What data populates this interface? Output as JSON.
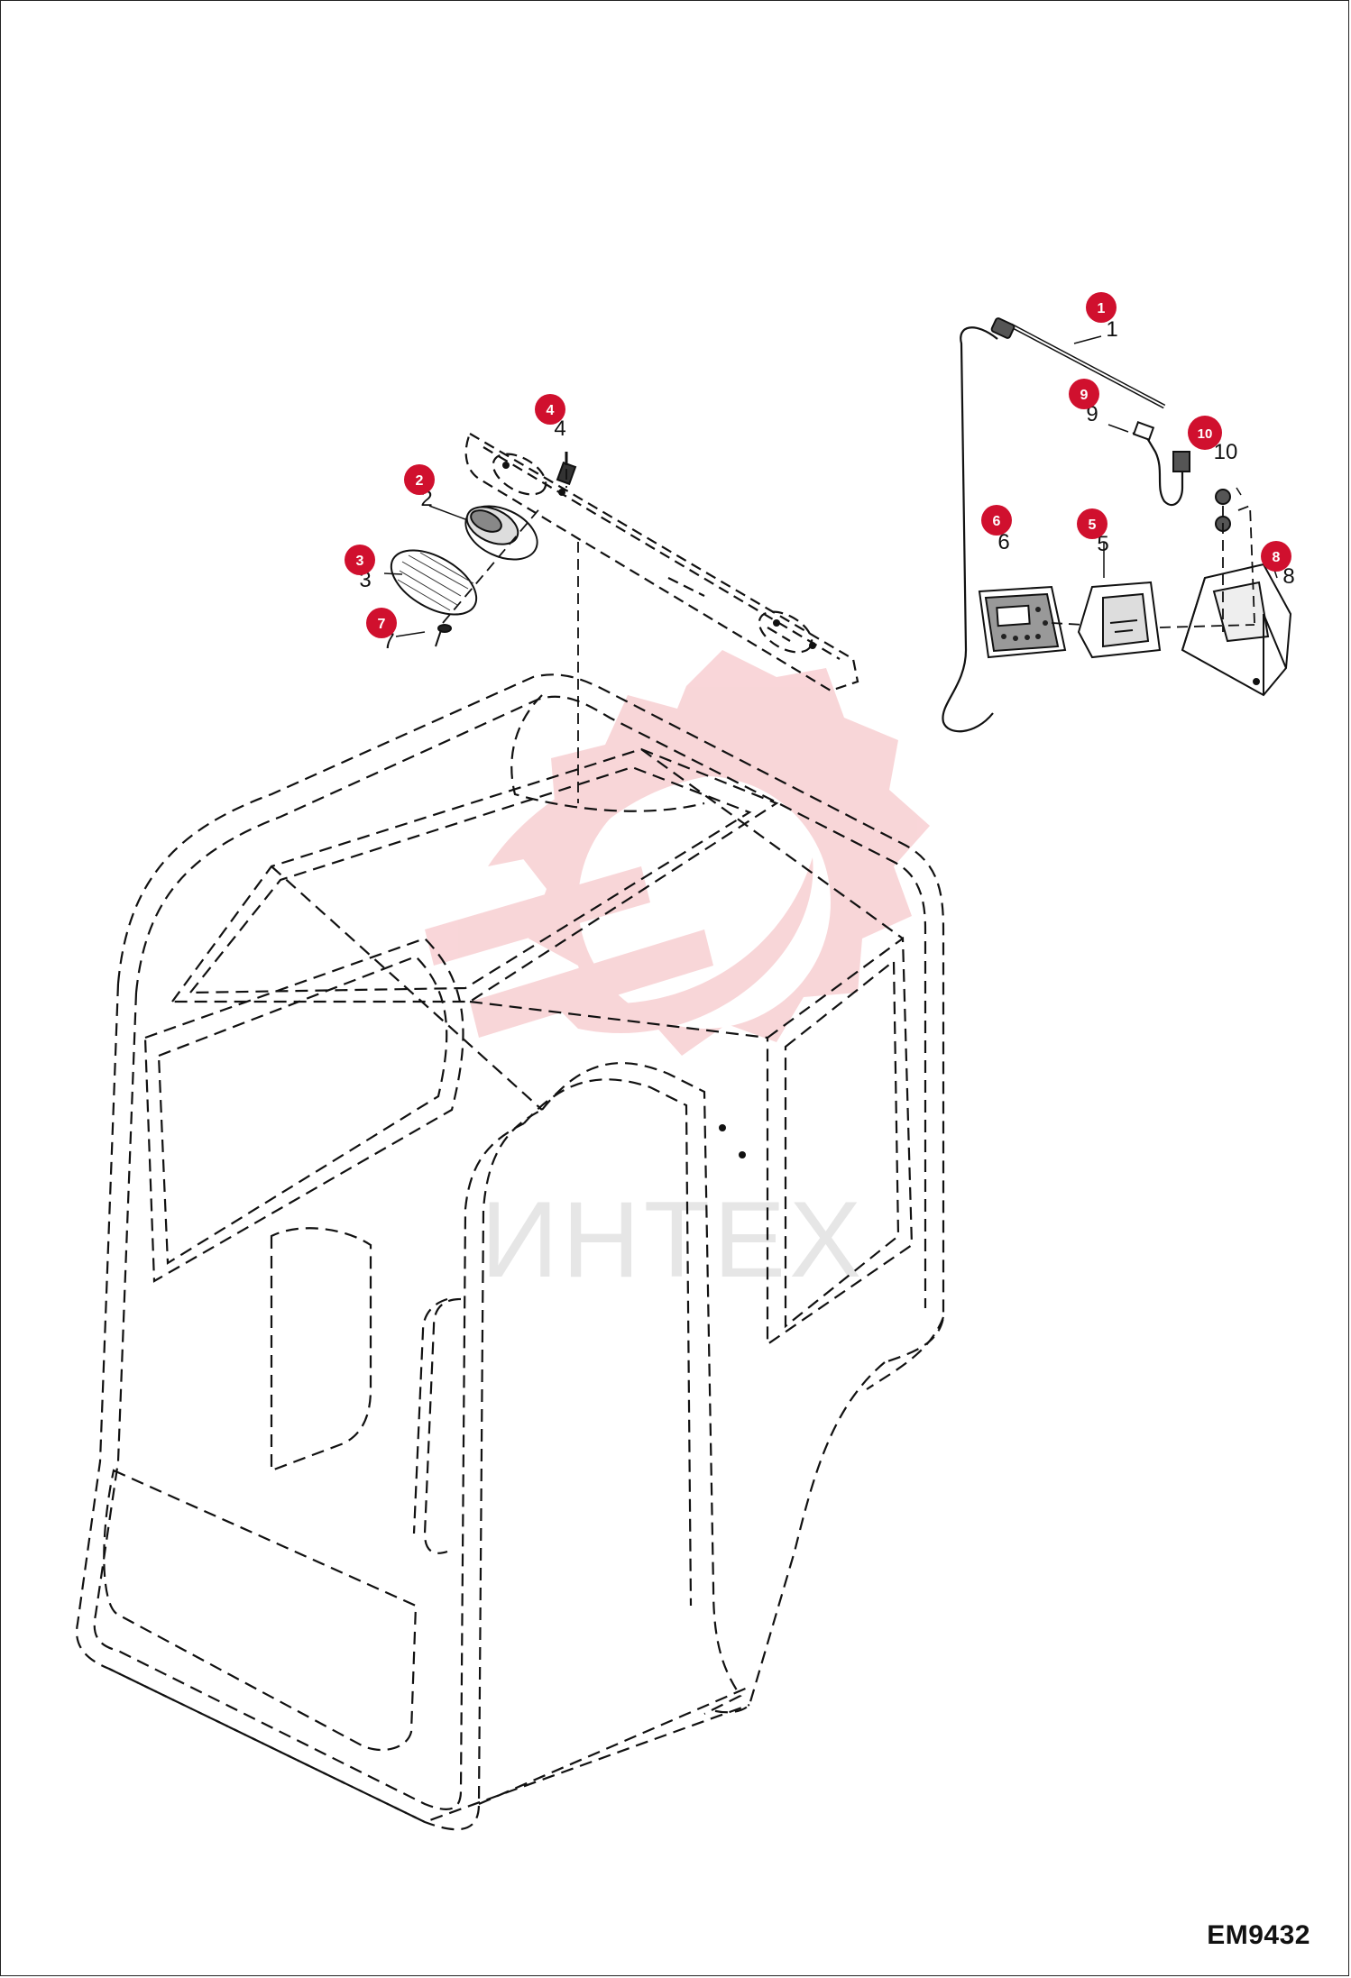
{
  "drawing": {
    "code": "EM9432",
    "watermark_text": "ИНТЕХ",
    "callout_color": "#d0102e",
    "watermark_color": "#f4b5b9"
  },
  "callouts": [
    {
      "label": "1",
      "part": "antenna"
    },
    {
      "label": "2",
      "part": "speaker"
    },
    {
      "label": "3",
      "part": "speaker-grille"
    },
    {
      "label": "4",
      "part": "bolt"
    },
    {
      "label": "5",
      "part": "radio-bracket"
    },
    {
      "label": "6",
      "part": "radio"
    },
    {
      "label": "7",
      "part": "screw"
    },
    {
      "label": "8",
      "part": "radio-housing"
    },
    {
      "label": "9",
      "part": "antenna-cable"
    },
    {
      "label": "10",
      "part": "connector"
    }
  ]
}
